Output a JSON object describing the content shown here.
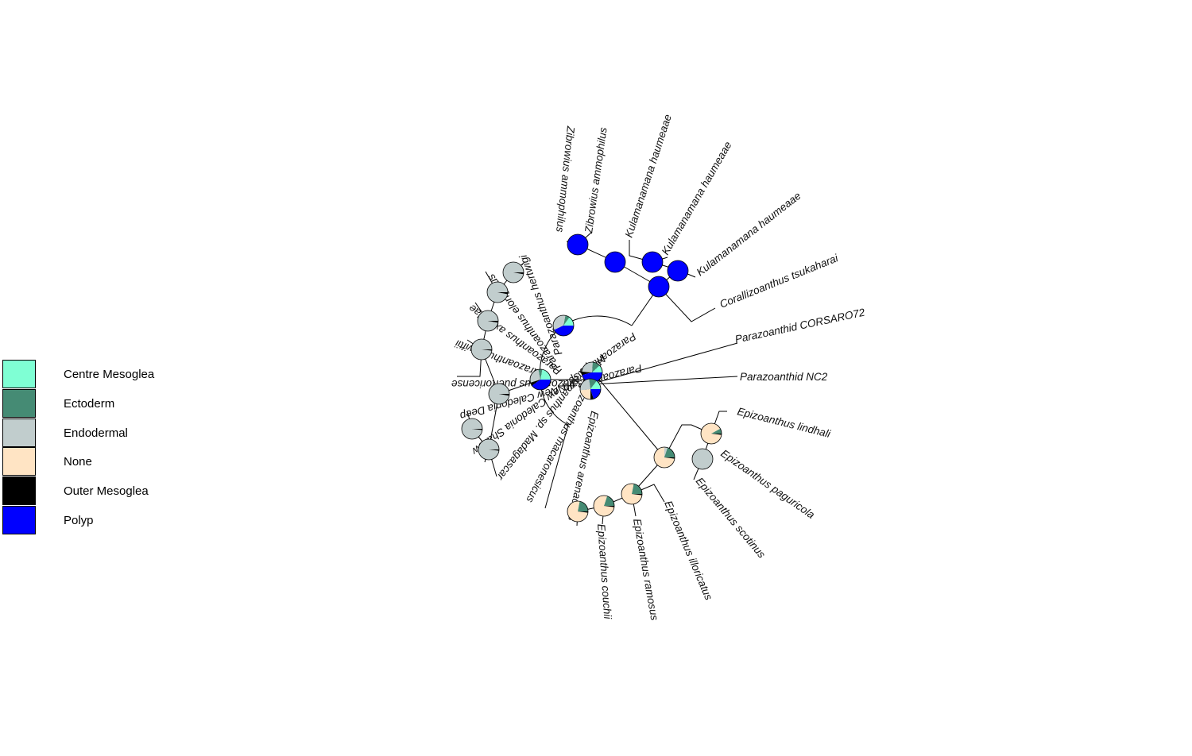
{
  "legend": {
    "items": [
      {
        "label": "Centre Mesoglea",
        "color": "#7fffd4"
      },
      {
        "label": "Ectoderm",
        "color": "#458b74"
      },
      {
        "label": "Endodermal",
        "color": "#c1cdcd"
      },
      {
        "label": "None",
        "color": "#ffe4c4"
      },
      {
        "label": "Outer Mesoglea",
        "color": "#000000"
      },
      {
        "label": "Polyp",
        "color": "#0000ff"
      }
    ]
  },
  "tips": [
    "Zibrowius ammophilus",
    "Zibrowius ammophilus",
    "Kulamanamana haumeaae",
    "Kulamanamana haumeaae",
    "Kulamanamana haumeaae",
    "Corallizoanthus tsukaharai",
    "Parazoanthid CORSARO72",
    "Parazoanthid NC2",
    "Epizoanthus lindhali",
    "Epizoanthus paguricola",
    "Epizoanthus scotinus",
    "Epizoanthus illoricatus",
    "Epizoanthus ramosus",
    "Epizoanthus couchii",
    "Epizoanthus arenaceus",
    "Antipathozoanthus macaronesicus",
    "Parazoanthus sp. Madagascar",
    "Parazoanthus sp. New Caledonia Shallow",
    "Parazoanthus sp. New Caledonia Deep",
    "Parazoanthus puertoricense",
    "Parazoanthus swiftii",
    "Parazoanthus axinellae",
    "Parazoanthus elongatus",
    "Parazoanthus hertwigi"
  ],
  "nodes": [
    {
      "shares": {
        "Polyp": 1.0
      }
    },
    {
      "shares": {
        "Polyp": 1.0
      }
    },
    {
      "shares": {
        "Polyp": 1.0
      }
    },
    {
      "shares": {
        "Polyp": 1.0
      }
    },
    {
      "shares": {
        "Polyp": 1.0
      }
    },
    {
      "shares": {
        "Centre Mesoglea": 0.15,
        "Ectoderm": 0.07,
        "Endodermal": 0.35,
        "Polyp": 0.43
      }
    },
    {
      "shares": {
        "Centre Mesoglea": 0.22,
        "Ectoderm": 0.06,
        "Endodermal": 0.27,
        "Outer Mesoglea": 0.05,
        "Polyp": 0.4
      }
    },
    {
      "shares": {
        "Centre Mesoglea": 0.12,
        "Ectoderm": 0.12,
        "Endodermal": 0.25,
        "Outer Mesoglea": 0.05,
        "Polyp": 0.46
      }
    },
    {
      "shares": {
        "Centre Mesoglea": 0.15,
        "Ectoderm": 0.12,
        "Endodermal": 0.25,
        "None": 0.23,
        "Outer Mesoglea": 0.05,
        "Polyp": 0.2
      }
    },
    {
      "shares": {
        "Ectoderm": 0.2,
        "Endodermal": 0.05,
        "None": 0.73,
        "Outer Mesoglea": 0.02
      }
    },
    {
      "shares": {
        "Ectoderm": 0.08,
        "None": 0.9,
        "Outer Mesoglea": 0.02
      }
    },
    {
      "shares": {
        "Endodermal": 1.0
      }
    },
    {
      "shares": {
        "Ectoderm": 0.22,
        "None": 0.76,
        "Outer Mesoglea": 0.02
      }
    },
    {
      "shares": {
        "Ectoderm": 0.2,
        "None": 0.78,
        "Outer Mesoglea": 0.02
      }
    },
    {
      "shares": {
        "Ectoderm": 0.22,
        "None": 0.76,
        "Outer Mesoglea": 0.02
      }
    },
    {
      "shares": {
        "Endodermal": 0.97,
        "Outer Mesoglea": 0.03
      }
    },
    {
      "shares": {
        "Endodermal": 0.98,
        "Outer Mesoglea": 0.02
      }
    },
    {
      "shares": {
        "Endodermal": 0.98,
        "Outer Mesoglea": 0.02
      }
    },
    {
      "shares": {
        "Endodermal": 0.98,
        "Outer Mesoglea": 0.02
      }
    },
    {
      "shares": {
        "Endodermal": 0.97,
        "Outer Mesoglea": 0.03
      }
    },
    {
      "shares": {
        "Endodermal": 0.97,
        "Outer Mesoglea": 0.03
      }
    },
    {
      "shares": {
        "Endodermal": 0.97,
        "Outer Mesoglea": 0.03
      }
    }
  ]
}
